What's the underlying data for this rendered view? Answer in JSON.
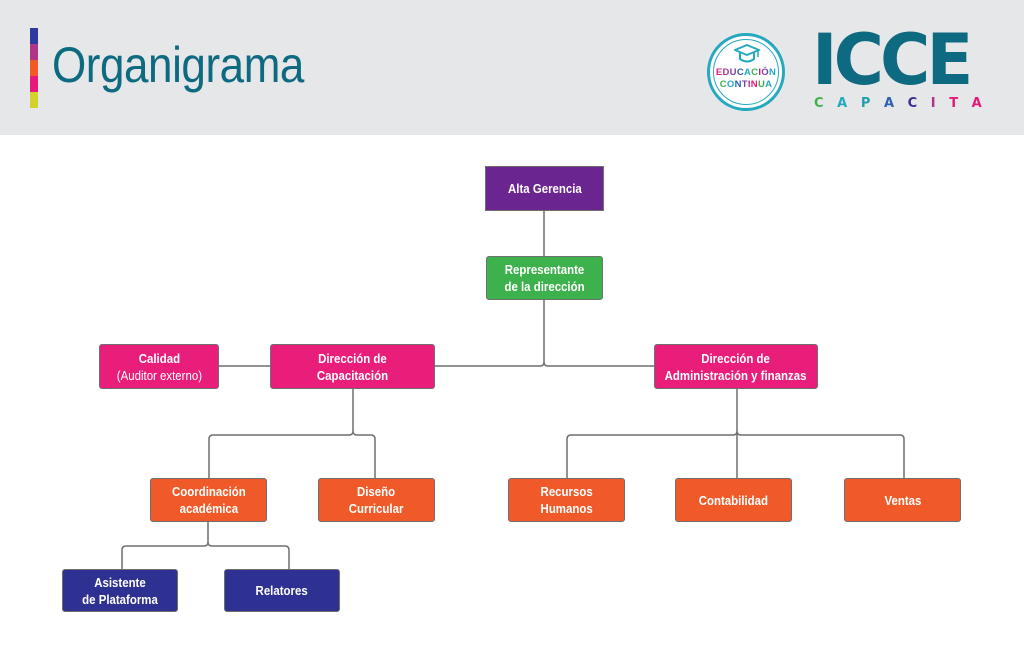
{
  "header": {
    "title": "Organigrama",
    "accent_colors": [
      "#2e3a9e",
      "#b03589",
      "#f05a28",
      "#e5197a",
      "#d4d02c"
    ],
    "badge": {
      "line1": [
        "E",
        "D",
        "U",
        "C",
        "A",
        "C",
        "I",
        "Ó",
        "N"
      ],
      "line1_colors": [
        "#e5197a",
        "#b03589",
        "#7a3fa0",
        "#2e5fb0",
        "#25a9bf",
        "#3db14b",
        "#e5197a",
        "#7a3fa0",
        "#25a9bf"
      ],
      "line2": [
        "C",
        "O",
        "N",
        "T",
        "I",
        "N",
        "U",
        "A"
      ],
      "line2_colors": [
        "#3db14b",
        "#25a9bf",
        "#2e5fb0",
        "#7a3fa0",
        "#b03589",
        "#e5197a",
        "#3db14b",
        "#25a9bf"
      ],
      "icon": "graduation-cap-icon"
    },
    "logo": {
      "name": "ICCE",
      "tagline_letters": [
        "C",
        "A",
        "P",
        "A",
        "C",
        "I",
        "T",
        "A"
      ],
      "tagline_colors": [
        "#3db14b",
        "#25a9bf",
        "#1f9fae",
        "#2e5fb0",
        "#3b2d8f",
        "#b03589",
        "#e5197a",
        "#e5197a"
      ]
    }
  },
  "chart": {
    "colors": {
      "purple": "#6a2590",
      "green": "#3db14b",
      "magenta": "#e91e7a",
      "orange": "#f05a28",
      "navy": "#2e3192",
      "line": "#6f6f6f"
    },
    "nodes": {
      "alta_gerencia": {
        "lines": [
          "Alta Gerencia"
        ]
      },
      "representante": {
        "lines": [
          "Representante",
          "de la dirección"
        ]
      },
      "calidad": {
        "lines": [
          "Calidad"
        ],
        "sub": "(Auditor externo)"
      },
      "direccion_capacitacion": {
        "lines": [
          "Dirección de",
          "Capacitación"
        ]
      },
      "direccion_administracion": {
        "lines": [
          "Dirección de",
          "Administración y finanzas"
        ]
      },
      "coordinacion_academica": {
        "lines": [
          "Coordinación",
          "académica"
        ]
      },
      "diseno_curricular": {
        "lines": [
          "Diseño",
          "Curricular"
        ]
      },
      "recursos_humanos": {
        "lines": [
          "Recursos",
          "Humanos"
        ]
      },
      "contabilidad": {
        "lines": [
          "Contabilidad"
        ]
      },
      "ventas": {
        "lines": [
          "Ventas"
        ]
      },
      "asistente_plataforma": {
        "lines": [
          "Asistente",
          "de Plataforma"
        ]
      },
      "relatores": {
        "lines": [
          "Relatores"
        ]
      }
    },
    "hierarchy": [
      [
        "alta_gerencia",
        "representante"
      ],
      [
        "representante",
        "direccion_capacitacion"
      ],
      [
        "representante",
        "direccion_administracion"
      ],
      [
        "direccion_capacitacion",
        "calidad"
      ],
      [
        "direccion_capacitacion",
        "coordinacion_academica"
      ],
      [
        "direccion_capacitacion",
        "diseno_curricular"
      ],
      [
        "direccion_administracion",
        "recursos_humanos"
      ],
      [
        "direccion_administracion",
        "contabilidad"
      ],
      [
        "direccion_administracion",
        "ventas"
      ],
      [
        "coordinacion_academica",
        "asistente_plataforma"
      ],
      [
        "coordinacion_academica",
        "relatores"
      ]
    ]
  }
}
